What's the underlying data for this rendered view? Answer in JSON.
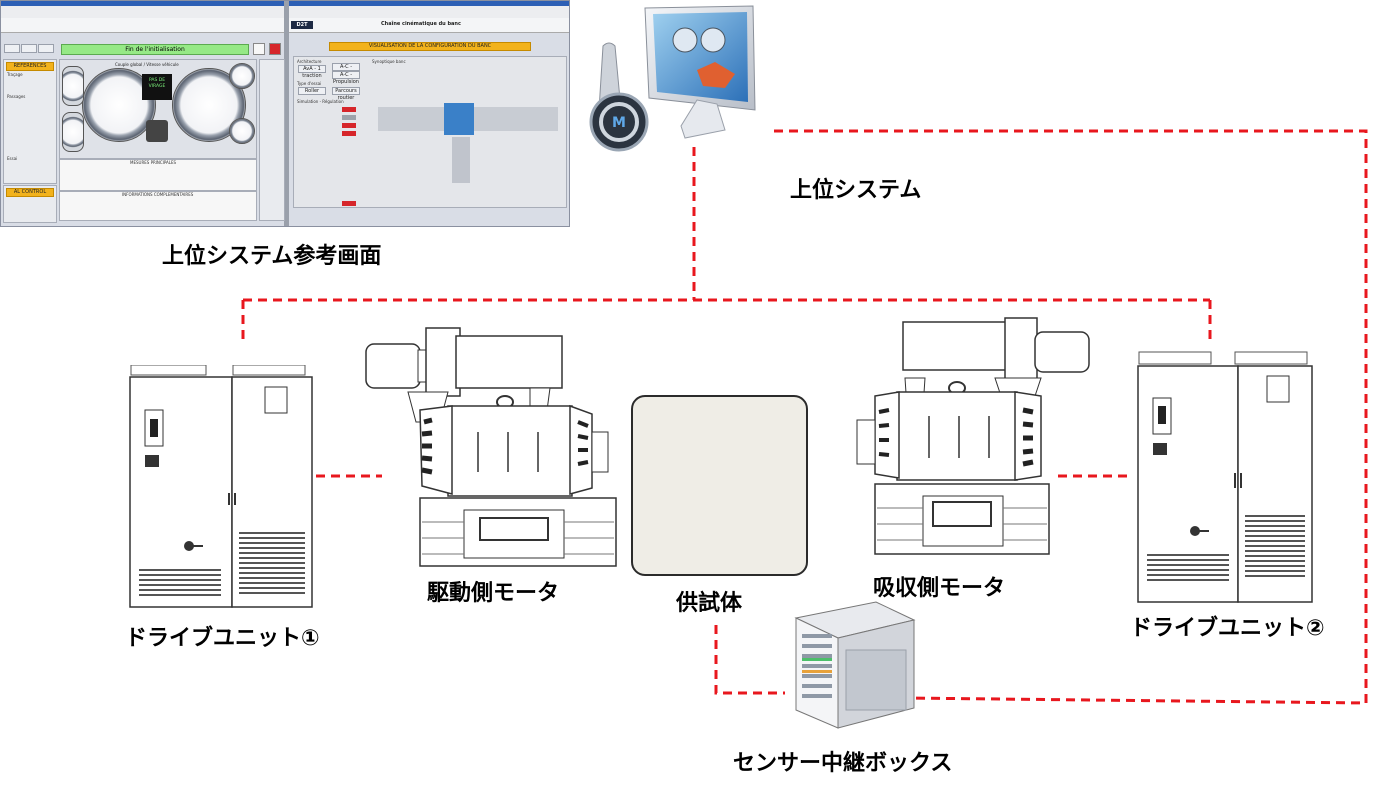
{
  "labels": {
    "upper_system": "上位システム",
    "upper_system_screen": "上位システム参考画面",
    "drive_unit_1": "ドライブユニット①",
    "drive_unit_2": "ドライブユニット②",
    "drive_motor": "駆動側モータ",
    "absorb_motor": "吸収側モータ",
    "test_piece": "供試体",
    "sensor_box": "センサー中継ボックス"
  },
  "screenshot": {
    "left_status": "Fin de l'initialisation",
    "right_title": "Chaîne cinématique du banc",
    "right_banner": "VISUALISATION DE LA CONFIGURATION DU BANC",
    "left_panel_titles": [
      "REFERENCES",
      "AL CONTROL"
    ],
    "left_subtitles": [
      "Traçage",
      "Passages",
      "Essai"
    ],
    "gauge_title": "Couple global / Vitesse véhicule",
    "center_badge": [
      "PAS DE",
      "VIRAGE"
    ],
    "table_header_1": "MESURES PRINCIPALES",
    "table_header_2": "INFORMATIONS COMPLEMENTAIRES",
    "right_sections": [
      "Architecture",
      "Type d'essai",
      "Simulation - Régulation",
      "Synoptique banc"
    ],
    "right_buttons": [
      "AvA - 1 traction",
      "A-C - Traction",
      "A-C - Propulsion",
      "Roller",
      "Parcours routier"
    ],
    "d2t_logo": "D2T"
  },
  "colors": {
    "dash_red": "#e8171e",
    "screen_bg": "#d9dde6",
    "green_status": "#96e986",
    "orange_banner": "#f2b21c"
  }
}
